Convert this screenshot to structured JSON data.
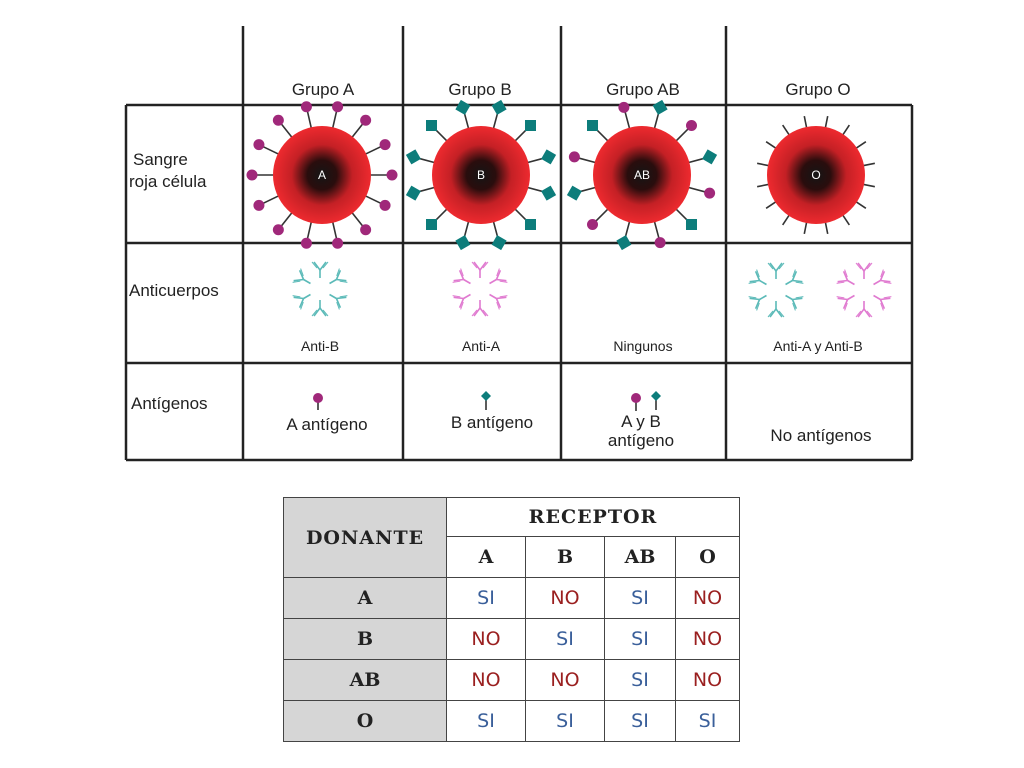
{
  "blood_chart": {
    "groups": [
      "Grupo A",
      "Grupo B",
      "Grupo AB",
      "Grupo O"
    ],
    "row_labels": {
      "cell_line1": "Sangre",
      "cell_line2": "roja célula",
      "antibodies": "Anticuerpos",
      "antigens": "Antígenos"
    },
    "cell_letters": [
      "A",
      "B",
      "AB",
      "O"
    ],
    "antibody_captions": [
      "Anti-B",
      "Anti-A",
      "Ningunos",
      "Anti-A y Anti-B"
    ],
    "antigen_labels": {
      "a": "A antígeno",
      "b": "B antígeno",
      "ab_line1": "A y B",
      "ab_line2": "antígeno",
      "o": "No antígenos"
    },
    "colors": {
      "antigen_a": "#a0287a",
      "antigen_b": "#0d7d7b",
      "cell_rim": "#e8262b",
      "antibody_anti_b": "#5bbab8",
      "antibody_anti_a": "#e07ad0"
    }
  },
  "compat_table": {
    "donor_header": "DONANTE",
    "receptor_header": "RECEPTOR",
    "receptor_types": [
      "A",
      "B",
      "AB",
      "O"
    ],
    "rows": [
      {
        "donor": "A",
        "values": [
          "SI",
          "NO",
          "SI",
          "NO"
        ]
      },
      {
        "donor": "B",
        "values": [
          "NO",
          "SI",
          "SI",
          "NO"
        ]
      },
      {
        "donor": "AB",
        "values": [
          "NO",
          "NO",
          "SI",
          "NO"
        ]
      },
      {
        "donor": "O",
        "values": [
          "SI",
          "SI",
          "SI",
          "SI"
        ]
      }
    ],
    "colors": {
      "si": "#3a5f9a",
      "no": "#9a1f1f",
      "shade": "#d6d6d6"
    }
  }
}
